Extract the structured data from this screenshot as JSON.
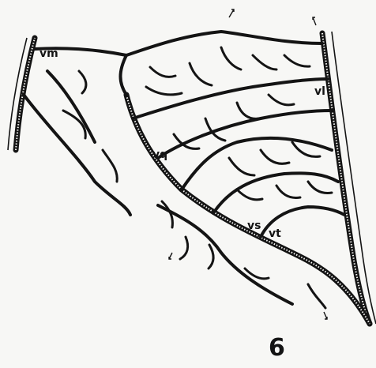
{
  "figure": {
    "number": "6",
    "labels": {
      "vm": "vm",
      "vl": "vl",
      "vq": "vq",
      "vs": "vs",
      "vt": "vt"
    }
  }
}
